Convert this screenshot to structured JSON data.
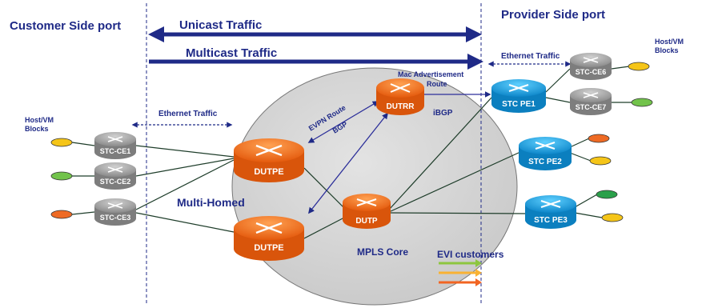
{
  "headings": {
    "customer_side": "Customer Side port",
    "provider_side": "Provider Side port"
  },
  "traffic": {
    "unicast": "Unicast Traffic",
    "multicast": "Multicast Traffic",
    "ethernet_left": "Ethernet Traffic",
    "ethernet_right": "Ethernet Traffic"
  },
  "labels": {
    "host_vm_left_1": "Host/VM",
    "host_vm_left_2": "Blocks",
    "host_vm_right_1": "Host/VM",
    "host_vm_right_2": "Blocks",
    "mac_adv_1": "Mac Advertisement",
    "mac_adv_2": "Route",
    "evpn_route": "EVPN Route",
    "bgp": "BGP",
    "ibgp": "iBGP",
    "multi_homed": "Multi-Homed",
    "mpls_core": "MPLS Core",
    "evi_customers": "EVI customers"
  },
  "routers": {
    "dutrr": "DUTRR",
    "dutpe_top": "DUTPE",
    "dutpe_bottom": "DUTPE",
    "dutp": "DUTP",
    "stc_pe1": "STC PE1",
    "stc_pe2": "STC PE2",
    "stc_pe3": "STC PE3",
    "stc_ce1": "STC-CE1",
    "stc_ce2": "STC-CE2",
    "stc_ce3": "STC-CE3",
    "stc_ce6": "STC-CE6",
    "stc_ce7": "STC-CE7"
  },
  "colors": {
    "navy": "#1f2a87",
    "orange": "#f26a1b",
    "blue": "#1aa0e0",
    "grey_router": "#9a9a9a",
    "core_fill": "#d9d9d9",
    "host_yellow": "#f5c518",
    "host_green": "#72c34b",
    "host_orange": "#ee6a24",
    "host_dgreen": "#2aa04a",
    "evi_green": "#8dc63f",
    "evi_yellow": "#f9b233",
    "evi_orange": "#f26522"
  }
}
